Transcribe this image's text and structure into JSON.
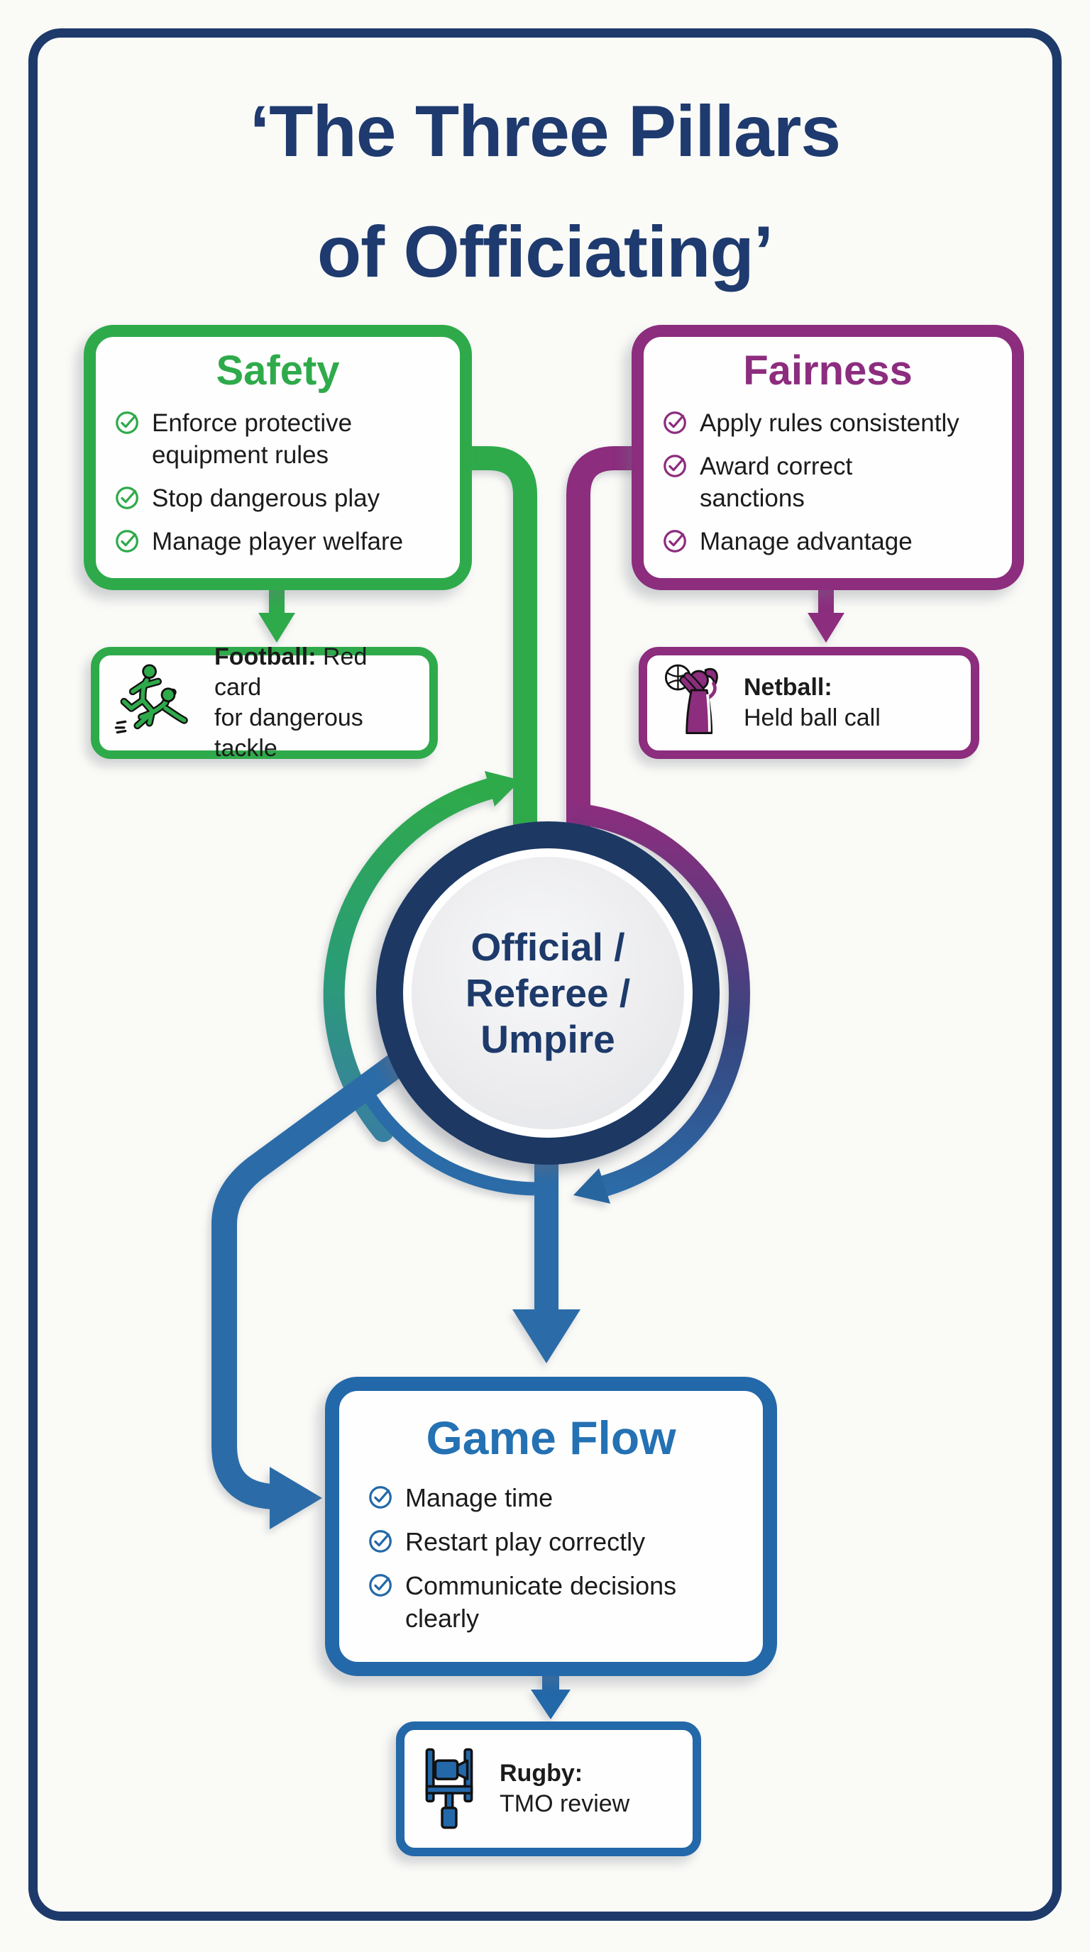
{
  "title": {
    "line1": "‘The Three Pillars",
    "line2": "of Officiating’"
  },
  "center": {
    "line1": "Official /",
    "line2": "Referee /",
    "line3": "Umpire"
  },
  "pillars": {
    "safety": {
      "title": "Safety",
      "items": [
        {
          "text": "Enforce protective\nequipment rules"
        },
        {
          "text": "Stop dangerous play"
        },
        {
          "text": "Manage player welfare"
        }
      ]
    },
    "fairness": {
      "title": "Fairness",
      "items": [
        {
          "text": "Apply rules consistently"
        },
        {
          "text": "Award correct\nsanctions"
        },
        {
          "text": "Manage advantage"
        }
      ]
    },
    "gameflow": {
      "title": "Game Flow",
      "items": [
        {
          "text": "Manage time"
        },
        {
          "text": "Restart play correctly"
        },
        {
          "text": "Communicate decisions\nclearly"
        }
      ]
    }
  },
  "examples": {
    "football": {
      "label": "Football:",
      "rest": "Red card",
      "line2": "for dangerous tackle"
    },
    "netball": {
      "label": "Netball:",
      "line2": "Held ball call"
    },
    "rugby": {
      "label": "Rugby:",
      "line2": "TMO review"
    }
  },
  "colors": {
    "safety_green": "#2FAA4B",
    "fairness_purple": "#8C2D7E",
    "gameflow_blue": "#2368A9",
    "navy": "#1D3A6A",
    "body_text": "#1B1B1B",
    "background": "#FAFAF7"
  }
}
